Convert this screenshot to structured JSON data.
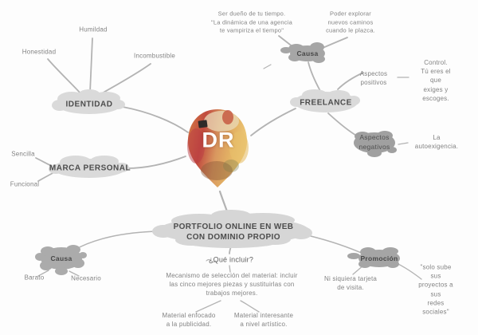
{
  "badge": {
    "initials": "DR"
  },
  "colors": {
    "cloud_light": "#d9d9d9",
    "cloud_dark": "#a5a5a5",
    "line": "#b3b3b3",
    "label_text": "#838383",
    "node_text": "#4c4c4c",
    "badge_orange": "#d47a45",
    "badge_red": "#c04a3e",
    "badge_gold": "#e3b264"
  },
  "nodes": {
    "identidad": "IDENTIDAD",
    "humildad": "Humildad",
    "honestidad": "Honestidad",
    "incombustible": "Incombustible",
    "marca_personal": "MARCA PERSONAL",
    "sencilla": "Sencilla",
    "funcional": "Funcional",
    "causa_top": "Causa",
    "ser_dueno": "Ser dueño de tu tiempo.\n\"La dinámica de una agencia\nte vampiriza el tiempo\"",
    "poder_explorar": "Poder explorar\nnuevos caminos\ncuando le plazca.",
    "freelance": "FREELANCE",
    "aspectos_positivos": "Aspectos\npositivos",
    "control": "Control.\nTú eres el que\nexiges y escoges.",
    "aspectos_negativos": "Aspectos\nnegativos",
    "autoexigencia": "La autoexigencia.",
    "portfolio": "PORTFOLIO ONLINE EN WEB\nCON DOMINIO PROPIO",
    "que_incluir": "¿Qué incluir?",
    "mecanismo": "Mecanismo de selección del material: incluir\nlas cinco mejores piezas y sustituirlas con\ntrabajos mejores.",
    "material_publicidad": "Material enfocado\na la publicidad.",
    "material_artistico": "Material interesante\na nivel artístico.",
    "causa_bottom": "Causa",
    "barato": "Barato",
    "necesario": "Necesario",
    "promocion": "Promoción",
    "tarjeta": "Ni siquiera tarjeta\nde visita.",
    "redes": "\"solo sube sus\nproyectos a sus\nredes sociales\""
  }
}
